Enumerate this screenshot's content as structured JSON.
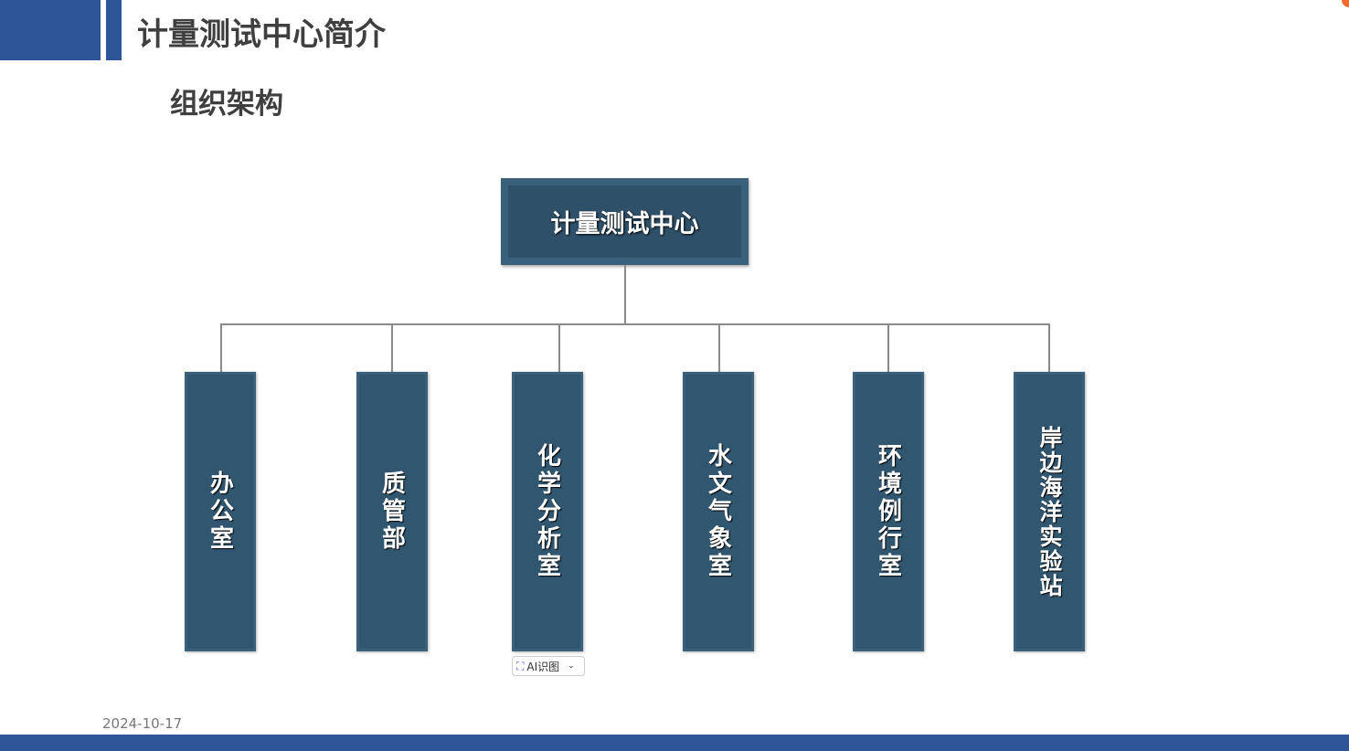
{
  "header": {
    "title": "计量测试中心简介",
    "subtitle": "组织架构"
  },
  "org": {
    "root": "计量测试中心",
    "units": [
      "办公室",
      "质管部",
      "化学分析室",
      "水文气象室",
      "环境例行室",
      "岸边海洋实验站"
    ]
  },
  "ai_button": {
    "label": "AI识图",
    "icon": "ai-scan-icon"
  },
  "footer": {
    "date": "2024-10-17"
  },
  "colors": {
    "brand": "#2e5597",
    "box": "#31566f"
  }
}
